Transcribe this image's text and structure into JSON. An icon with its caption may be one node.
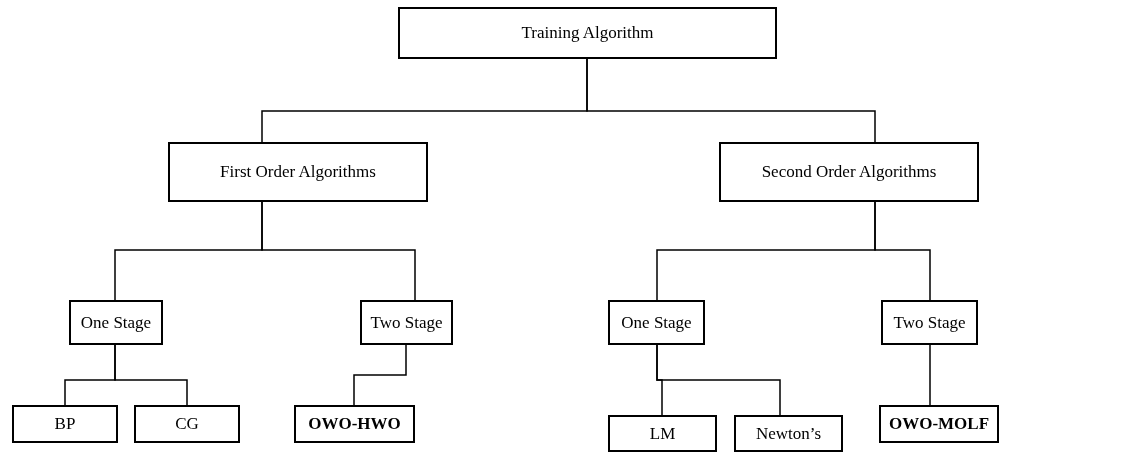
{
  "diagram": {
    "nodes": [
      {
        "text": [
          "Training Algorithm"
        ]
      },
      {
        "text": [
          "First Order Algorithms"
        ]
      },
      {
        "text": [
          "Second Order Algorithms"
        ]
      },
      {
        "text": [
          "One Stage"
        ]
      },
      {
        "text": [
          "Two Stage"
        ]
      },
      {
        "text": [
          "BP"
        ]
      },
      {
        "text": [
          "CG"
        ]
      },
      {
        "text": [
          "OWO-HWO"
        ]
      },
      {
        "text": [
          "One Stage"
        ]
      },
      {
        "text": [
          "Two Stage"
        ]
      },
      {
        "text": [
          "LM"
        ]
      },
      {
        "text": [
          "Newton’s"
        ]
      },
      {
        "text": [
          "OWO-MOLF"
        ]
      }
    ],
    "edges": [
      {
        "from": 0,
        "to": 1,
        "arrow": "none"
      },
      {
        "from": 0,
        "to": 2,
        "arrow": "none"
      },
      {
        "from": 1,
        "to": 3,
        "arrow": "none"
      },
      {
        "from": 1,
        "to": 4,
        "arrow": "none"
      },
      {
        "from": 3,
        "to": 5,
        "arrow": "none"
      },
      {
        "from": 3,
        "to": 6,
        "arrow": "none"
      },
      {
        "from": 4,
        "to": 7,
        "arrow": "none"
      },
      {
        "from": 2,
        "to": 8,
        "arrow": "none"
      },
      {
        "from": 2,
        "to": 9,
        "arrow": "none"
      },
      {
        "from": 8,
        "to": 10,
        "arrow": "none"
      },
      {
        "from": 8,
        "to": 11,
        "arrow": "none"
      },
      {
        "from": 9,
        "to": 12,
        "arrow": "none"
      }
    ]
  }
}
